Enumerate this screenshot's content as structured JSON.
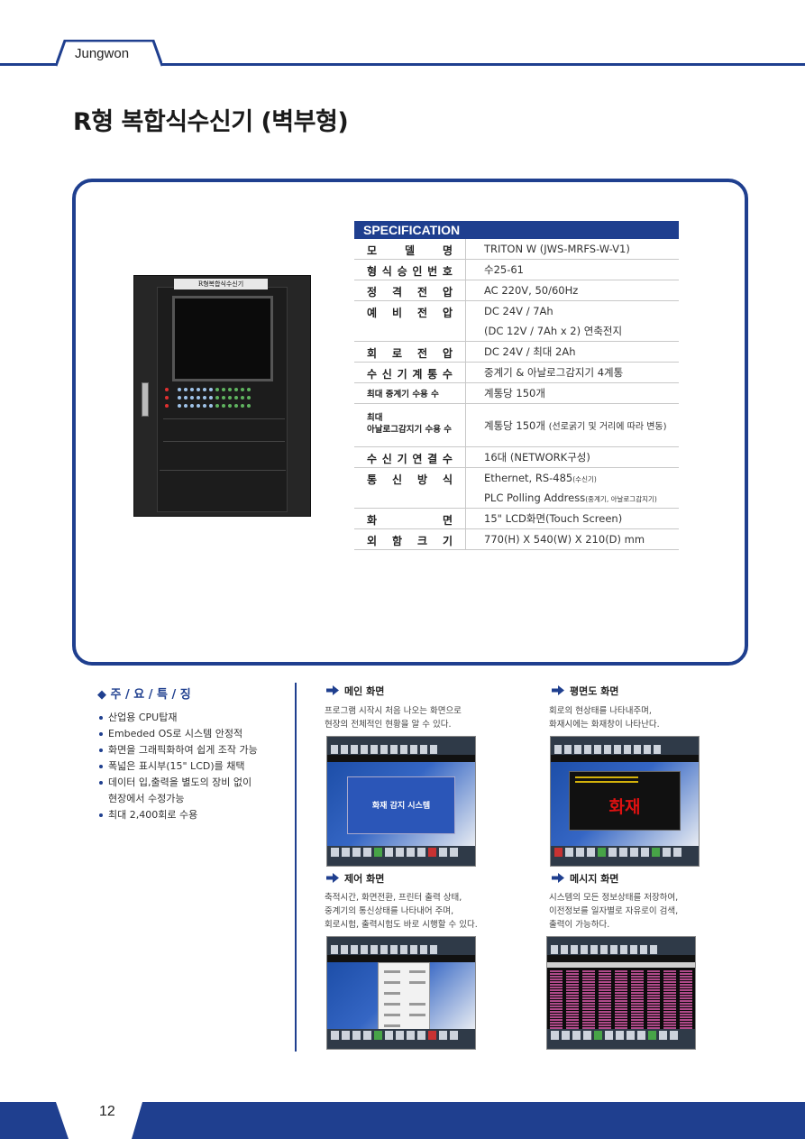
{
  "header": {
    "brand": "Jungwon"
  },
  "page_title": "R형 복합식수신기 (벽부형)",
  "device": {
    "panel_label": "R형복합식수신기"
  },
  "spec": {
    "heading": "SPECIFICATION",
    "rows": [
      {
        "key": "모델명",
        "values": [
          "TRITON W (JWS-MRFS-W-V1)"
        ]
      },
      {
        "key": "형식승인번호",
        "values": [
          "수25-61"
        ]
      },
      {
        "key": "정격전압",
        "values": [
          "AC 220V, 50/60Hz"
        ]
      },
      {
        "key": "예비전압",
        "values": [
          "DC 24V / 7Ah",
          "(DC 12V / 7Ah x 2) 연축전지"
        ]
      },
      {
        "key": "회로전압",
        "values": [
          "DC 24V / 최대 2Ah"
        ]
      },
      {
        "key": "수신기계통수",
        "values": [
          "중계기 & 아날로그감지기 4계통"
        ]
      },
      {
        "key": "최대 중계기 수용 수",
        "values": [
          "계통당 150개"
        ]
      },
      {
        "key": "최대 아날로그감지기 수용 수",
        "key_line1": "최대",
        "key_line2": "아날로그감지기 수용 수",
        "values_main": "계통당 150개",
        "values_note": "(선로굵기 및 거리에 따라 변동)"
      },
      {
        "key": "수신기연결수",
        "values": [
          "16대 (NETWORK구성)"
        ]
      },
      {
        "key": "통신방식",
        "v1_main": "Ethernet, RS-485",
        "v1_note": "(수신기)",
        "v2_main": "PLC Polling Address",
        "v2_note": "(중계기, 아날로그감지기)"
      },
      {
        "key": "화면",
        "values": [
          "15\" LCD화면(Touch Screen)"
        ]
      },
      {
        "key": "외함크기",
        "values": [
          "770(H) X 540(W) X 210(D) mm"
        ]
      }
    ]
  },
  "features": {
    "title": "◆ 주 / 요 / 특 / 징",
    "items": [
      "산업용 CPU탑재",
      "Embeded OS로 시스템 안정적",
      "화면을 그래픽화하여 쉽게 조작 가능",
      "폭넓은 표시부(15\" LCD)를 채택",
      "데이터 입,출력을 별도의 장비 없이",
      "현장에서 수정가능",
      "최대 2,400회로 수용"
    ]
  },
  "sections": {
    "main": {
      "title": "메인 화면",
      "desc1": "프로그램 시작시 처음 나오는 화면으로",
      "desc2": "현장의 전체적인 현황을 알 수 있다.",
      "screen_text": "화재 감지 시스템"
    },
    "floor": {
      "title": "평면도 화면",
      "desc1": "회로의 현상태를 나타내주며,",
      "desc2": "화재시에는 화재창이 나타난다.",
      "screen_text": "화재"
    },
    "control": {
      "title": "제어 화면",
      "desc1": "축적시간, 화면전환, 프린터 출력 상태,",
      "desc2": "중계기의 통신상태를 나타내어 주며,",
      "desc3": "회로시험, 출력시험도 바로 시행할 수 있다."
    },
    "message": {
      "title": "메시지 화면",
      "desc1": "시스템의 모든 정보상태를 저장하여,",
      "desc2": "이전정보를 일자별로 자유로이 검색,",
      "desc3": "출력이 가능하다."
    }
  },
  "footer": {
    "page_number": "12"
  },
  "colors": {
    "brand_blue": "#1f3f8f",
    "fire_red": "#d11111"
  }
}
